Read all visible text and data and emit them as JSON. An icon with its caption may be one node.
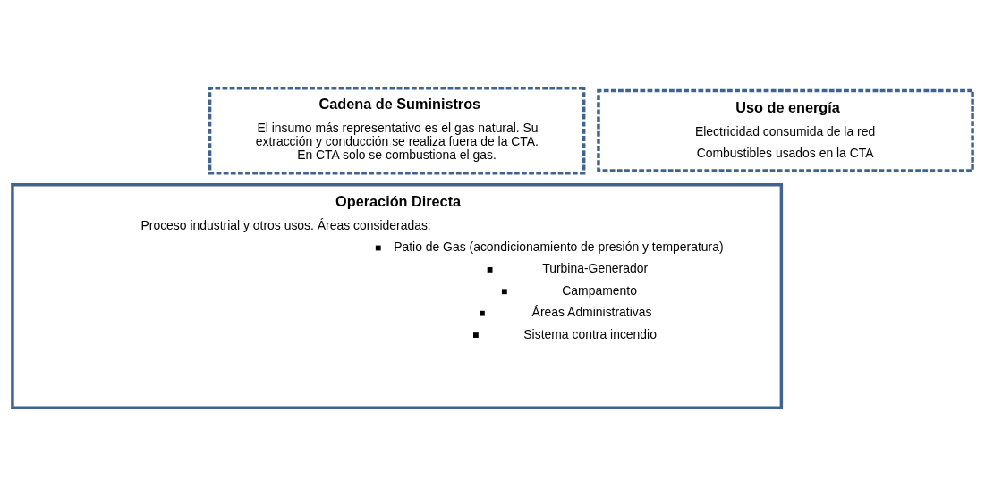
{
  "diagram": {
    "nodes": [
      {
        "text": [
          "Cadena de Suministros",
          "El insumo más representativo es el gas natural. Su extracción y conducción se realiza fuera de la CTA. En CTA solo se combustiona el gas."
        ]
      },
      {
        "text": [
          "Uso de energía",
          "Electricidad consumida de la red",
          "Combustibles usados en la CTA"
        ]
      },
      {
        "text": [
          "Operación Directa",
          "Proceso industrial y otros usos. Áreas consideradas:",
          "Patio de Gas (acondicionamiento de presión y temperatura)",
          "Turbina-Generador",
          "Campamento",
          "Áreas Administrativas",
          "Sistema contra incendio"
        ]
      }
    ],
    "edges": []
  }
}
